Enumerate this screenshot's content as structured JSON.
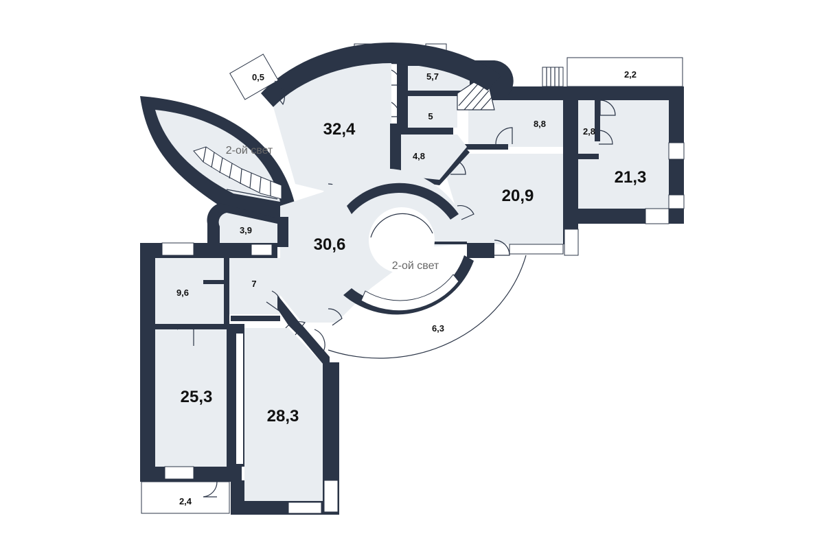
{
  "plan": {
    "rooms": {
      "hall_top": "32,4",
      "hall_center": "30,6",
      "room_28": "28,3",
      "room_25": "25,3",
      "room_21": "21,3",
      "room_20": "20,9",
      "room_9": "9,6",
      "room_8": "8,8",
      "room_7": "7",
      "room_6": "6,3",
      "room_5_7": "5,7",
      "room_5": "5",
      "room_4_8": "4,8",
      "room_3_9": "3,9",
      "room_2_8": "2,8",
      "room_2_4": "2,4",
      "room_2_2": "2,2",
      "room_0_5": "0,5"
    },
    "second_light_left": "2-ой свет",
    "second_light_center": "2-ой свет"
  },
  "colors": {
    "wall": "#2b3547",
    "floor": "#e9edf1",
    "background": "#ffffff"
  }
}
